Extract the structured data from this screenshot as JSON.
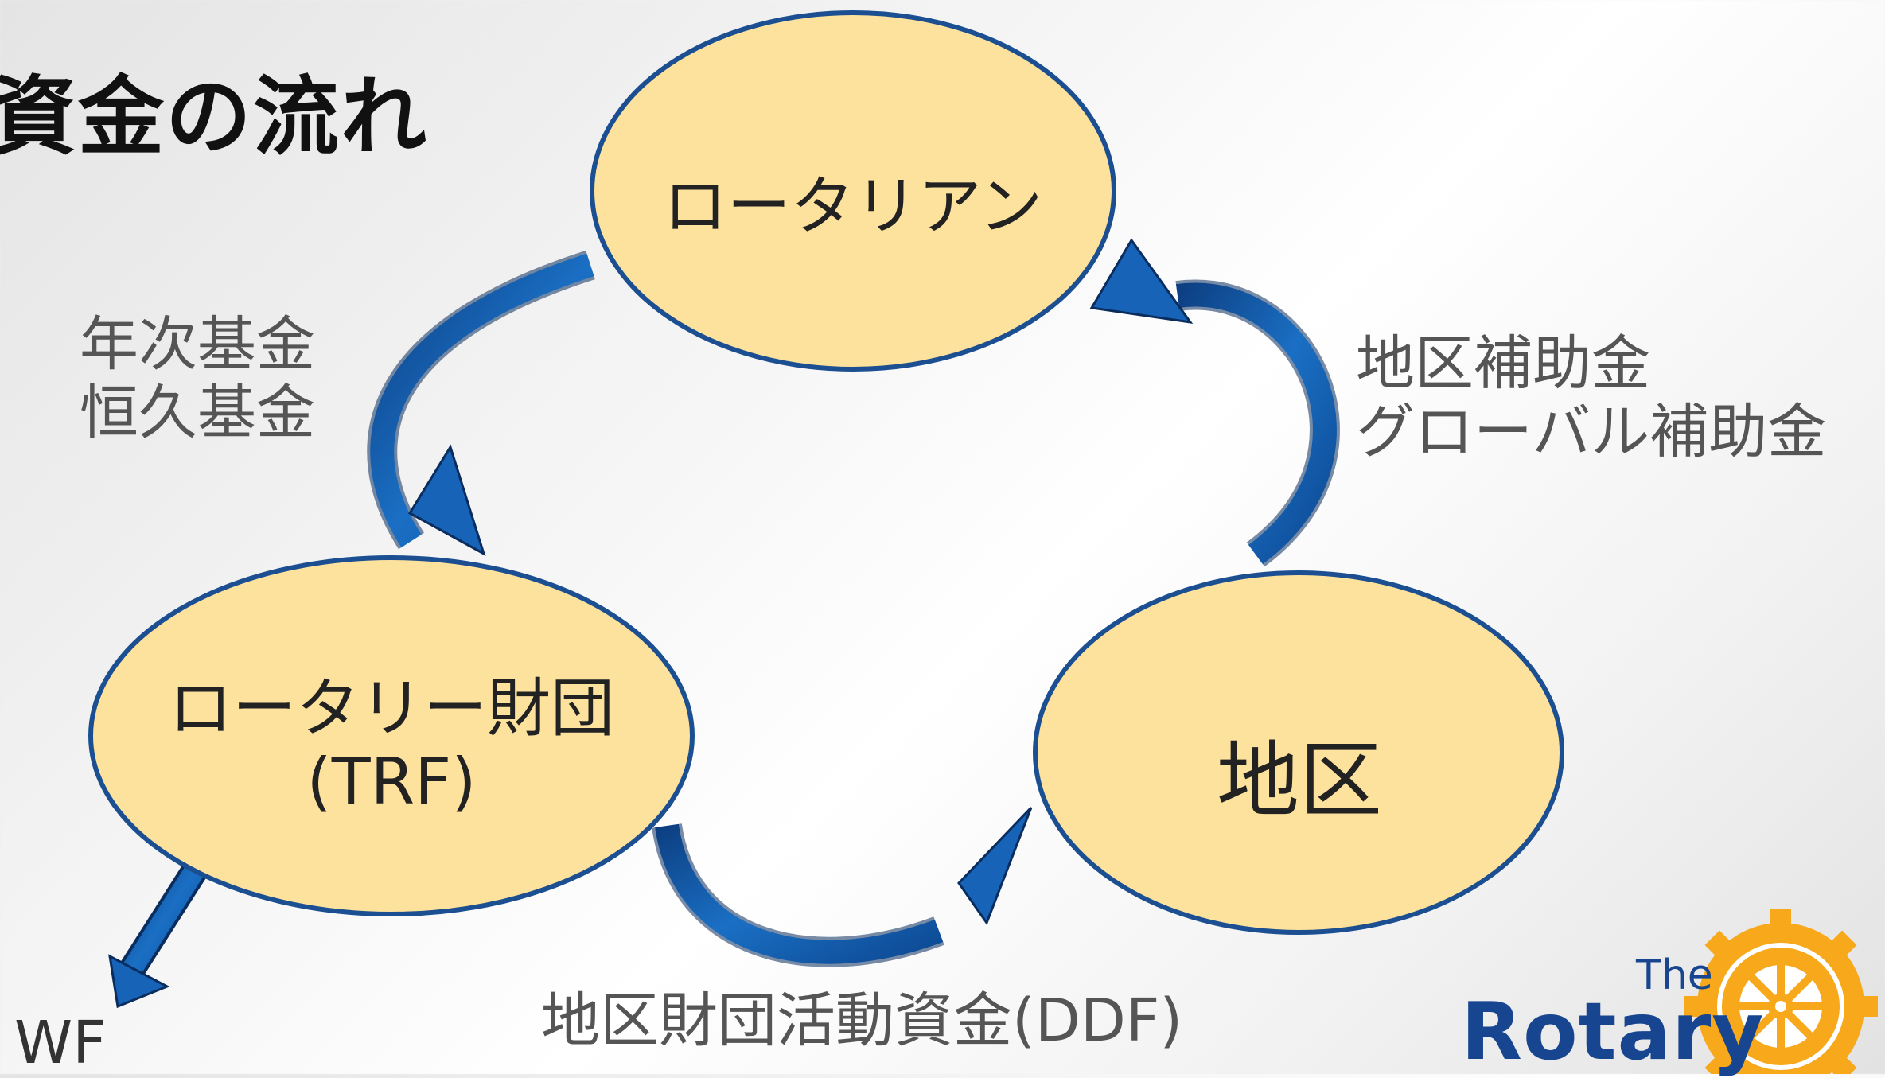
{
  "title": "資金の流れ",
  "nodes": {
    "rotarian": {
      "label": "ロータリアン"
    },
    "trf": {
      "line1": "ロータリー財団",
      "line2": "(TRF)"
    },
    "district": {
      "label": "地区"
    }
  },
  "flows": {
    "annual_fund": {
      "line1": "年次基金",
      "line2": "恒久基金"
    },
    "grants": {
      "line1": "地区補助金",
      "line2": "グローバル補助金"
    },
    "ddf": {
      "label": "地区財団活動資金(DDF)"
    },
    "wf": {
      "label": "WF"
    }
  },
  "logo": {
    "the": "The",
    "word": "Rotary"
  },
  "colors": {
    "node_fill": "#fde29d",
    "node_stroke": "#1b4f91",
    "arrow": "#1763b8",
    "text": "#222222",
    "label": "#555555",
    "brand_blue": "#17458f",
    "brand_gold": "#f7a81b"
  }
}
